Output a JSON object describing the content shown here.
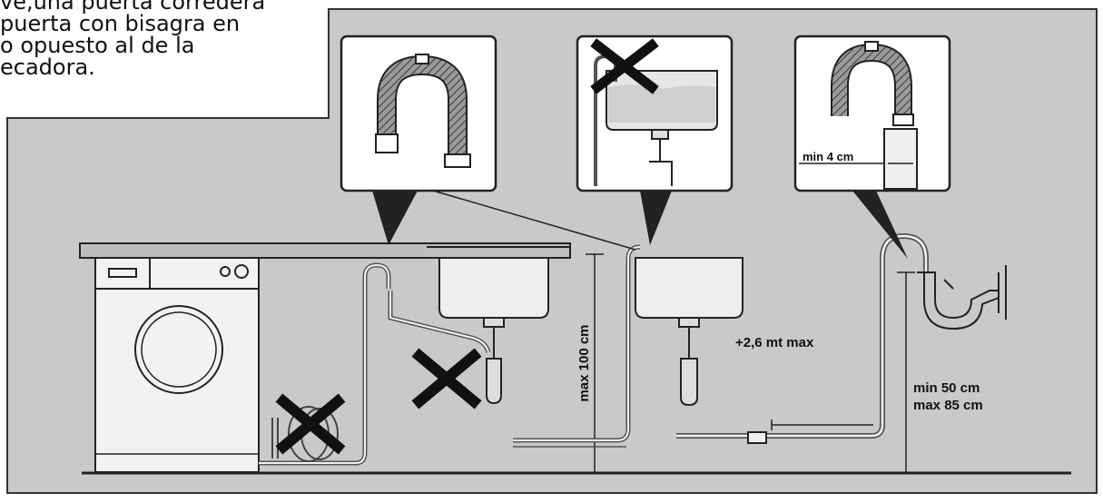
{
  "intro_text": "ve,una puerta corredera\npuerta con bisagra en\no opuesto al de la\necadora.",
  "labels": {
    "max_height": "max 100 cm",
    "hose_length": "+2,6 mt max",
    "min_gap": "min 4 cm",
    "range_min": "min 50 cm",
    "range_max": "max 85 cm"
  },
  "colors": {
    "panel": "#c9c9c9",
    "line": "#222222",
    "hose": "#7a7a7a",
    "sink": "#eeeeee"
  },
  "icons": [
    "hose-u-bend-icon",
    "sink-icon",
    "x-mark-icon",
    "siphon-icon",
    "washing-machine-icon"
  ]
}
